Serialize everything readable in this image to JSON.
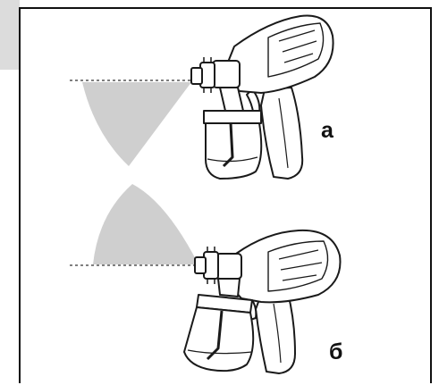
{
  "figure": {
    "labels": {
      "top": "а",
      "bottom": "б"
    },
    "colors": {
      "spray": "#cfcfcf",
      "ink": "#1a1a1a",
      "tab": "#dcdcdc",
      "background": "#ffffff"
    },
    "illustrations": [
      {
        "name": "spray-gun-icon",
        "position": "top",
        "spray": "horizontal-fan"
      },
      {
        "name": "spray-gun-icon",
        "position": "bottom",
        "spray": "vertical-fan"
      }
    ]
  }
}
